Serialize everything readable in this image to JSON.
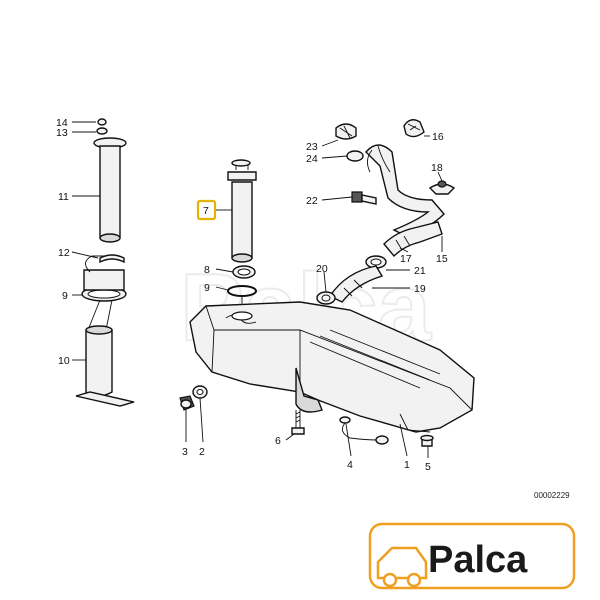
{
  "diagram": {
    "code": "00002229",
    "callouts": {
      "n1": "1",
      "n2": "2",
      "n3": "3",
      "n4": "4",
      "n5": "5",
      "n6": "6",
      "n7": "7",
      "n8": "8",
      "n9a": "9",
      "n9b": "9",
      "n10": "10",
      "n11": "11",
      "n12": "12",
      "n13": "13",
      "n14": "14",
      "n15": "15",
      "n16": "16",
      "n17": "17",
      "n18": "18",
      "n19": "19",
      "n20": "20",
      "n21": "21",
      "n22": "22",
      "n23": "23",
      "n24": "24"
    },
    "highlight_color": "#e2b400"
  },
  "logo": {
    "text": "Palca",
    "accent_color": "#f0a020",
    "icon": "car-icon"
  },
  "watermark": {
    "text": "Palca"
  }
}
